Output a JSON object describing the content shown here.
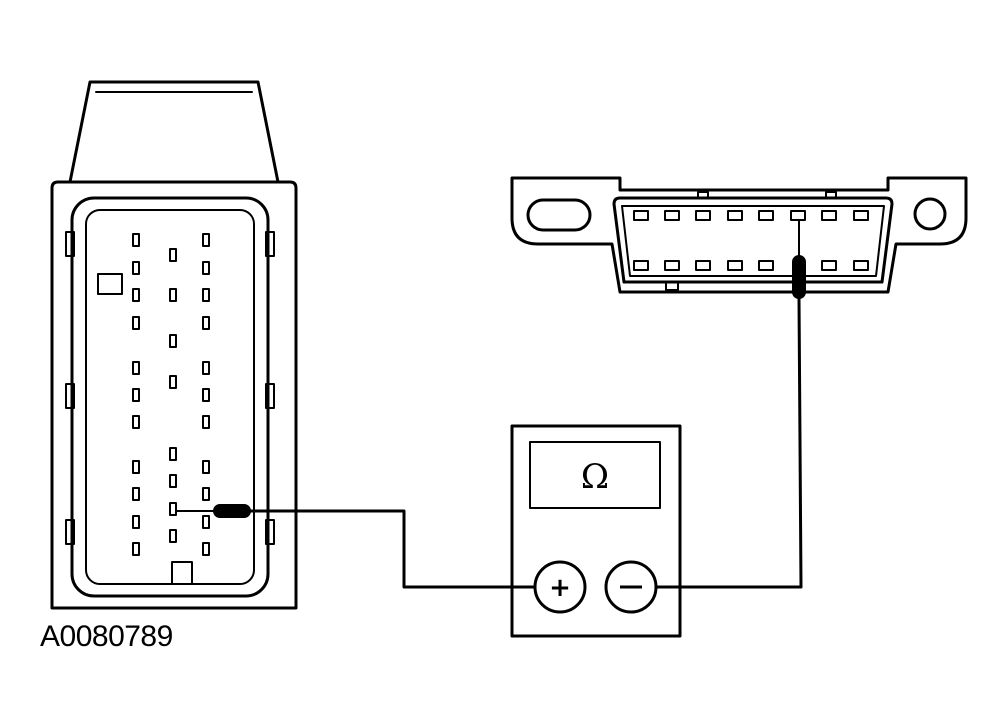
{
  "figure_id": "A0080789",
  "meter": {
    "display_symbol": "Ω",
    "positive_terminal": "+",
    "negative_terminal": "−"
  },
  "colors": {
    "line": "#000000",
    "background": "#ffffff"
  },
  "components": {
    "module_connector": "module-connector",
    "dlc_connector": "data-link-connector",
    "ohmmeter": "ohmmeter"
  }
}
